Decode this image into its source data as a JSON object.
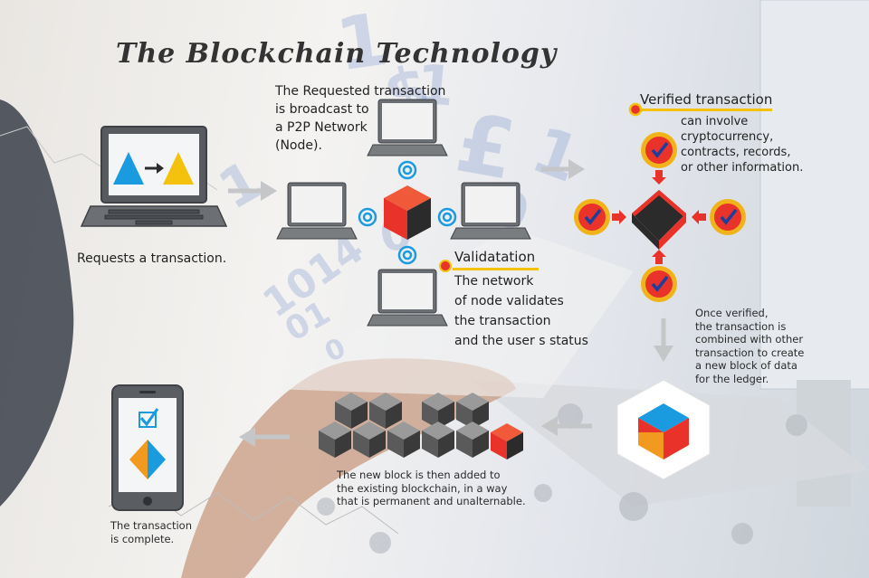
{
  "title": "The Blockchain Technology",
  "steps": {
    "request": {
      "label": "Requests a transaction."
    },
    "broadcast": {
      "lines": [
        "The Requested transaction",
        "is broadcast to",
        "a P2P Network",
        "(Node)."
      ]
    },
    "validation": {
      "heading": "Validatation",
      "lines": [
        "The network",
        "of node validates",
        "the transaction",
        "and the user s status"
      ]
    },
    "verified": {
      "heading": "Verified transaction",
      "lines": [
        "can involve",
        "cryptocurrency,",
        "contracts, records,",
        "or other information."
      ]
    },
    "combined": {
      "lines": [
        "Once verified,",
        "the transaction is",
        "combined with other",
        "transaction to create",
        "a new block of data",
        "for the ledger."
      ]
    },
    "added": {
      "lines": [
        "The new block is then added to",
        "the existing blockchain, in a way",
        "that is permanent and unalternable."
      ]
    },
    "complete": {
      "lines": [
        "The transaction",
        "is complete."
      ]
    }
  },
  "background_numbers": [
    "1",
    "£",
    "$",
    "1",
    "0",
    "1",
    "1014",
    "01",
    "0",
    "1",
    "0"
  ],
  "colors": {
    "blue": "#1a9be0",
    "yellow": "#f4c20d",
    "orange": "#f29a1f",
    "red": "#e8322a",
    "dark": "#2b2b2b",
    "check_blue": "#1c3f9e",
    "ring": "#f0b41a"
  },
  "icons": [
    "laptop-icon",
    "arrow-right-icon",
    "cube-icon",
    "checkmark-badge-icon",
    "smartphone-icon",
    "checkbox-icon",
    "blockchain-cubes-icon"
  ]
}
